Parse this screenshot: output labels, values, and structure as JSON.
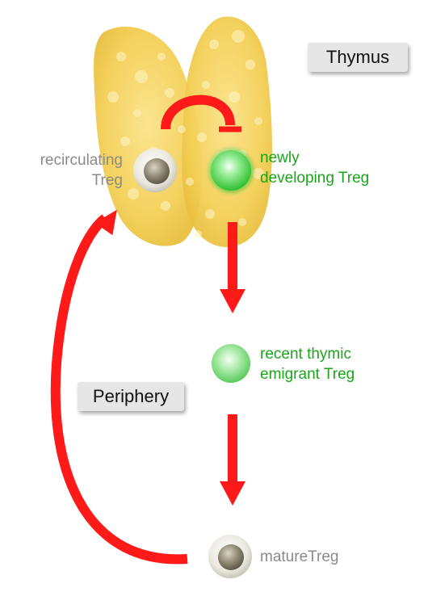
{
  "regions": {
    "thymus": "Thymus",
    "periphery": "Periphery"
  },
  "cells": {
    "recirculating": "recirculating\nTreg",
    "newly_developing": "newly\ndeveloping Treg",
    "recent_emigrant": "recent thymic\nemigrant Treg",
    "mature": "matureTreg"
  },
  "colors": {
    "arrow": "#ff1a1a",
    "thymus": "#f5d35a",
    "green_cell": "#4fd44f",
    "grey_cell": "#8a8470",
    "green_text": "#1aa51a",
    "grey_text": "#8a8a8a"
  }
}
